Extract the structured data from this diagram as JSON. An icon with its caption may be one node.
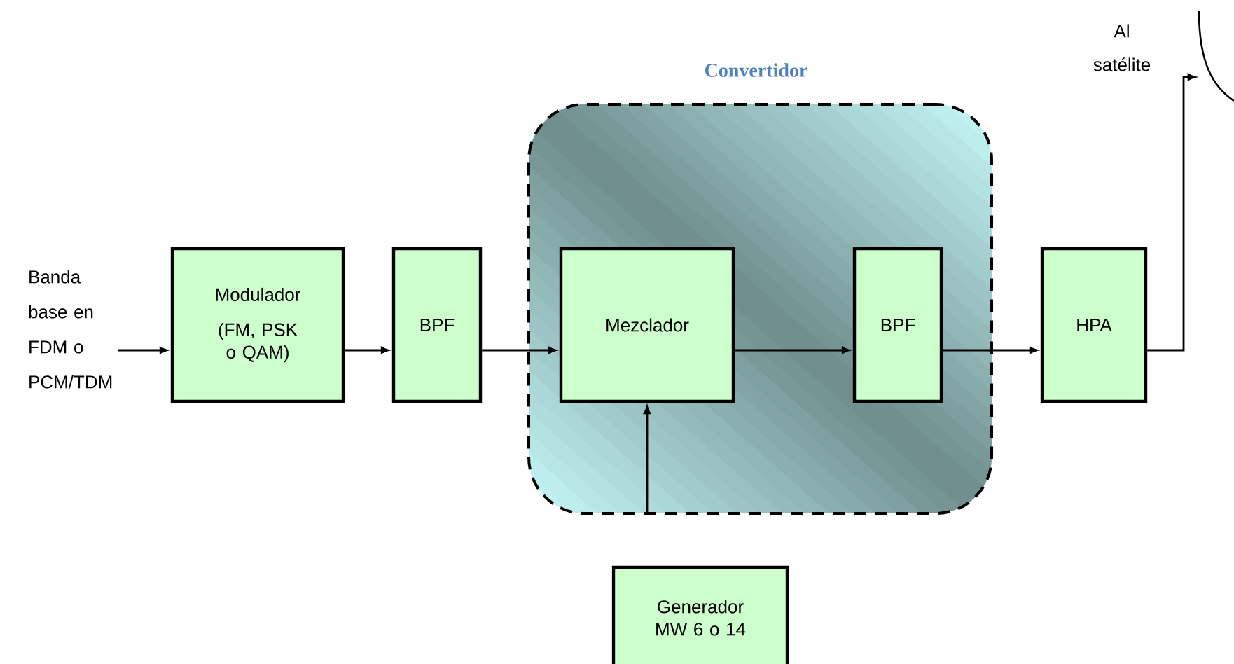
{
  "diagram": {
    "nodes": [
      {
        "text": [
          "Convertidor"
        ]
      },
      {
        "text": [
          "Banda base en FDM o PCM/TDM"
        ]
      },
      {
        "text": [
          "Modulador",
          "(FM, PSK o QAM)"
        ]
      },
      {
        "text": [
          "BPF"
        ]
      },
      {
        "text": [
          "Mezclador"
        ],
        "in": 0
      },
      {
        "text": [
          "BPF"
        ],
        "in": 0
      },
      {
        "text": [
          "HPA"
        ]
      },
      {
        "text": [
          "Generador MW 6 o 14"
        ]
      },
      {
        "text": [],
        "shape": "picture"
      }
    ],
    "edges": [
      {
        "from": 1,
        "to": 2,
        "arrow": "to"
      },
      {
        "from": 2,
        "to": 3,
        "arrow": "to"
      },
      {
        "from": 3,
        "to": 4,
        "arrow": "to"
      },
      {
        "from": 4,
        "to": 5,
        "arrow": "to"
      },
      {
        "from": 5,
        "to": 6,
        "arrow": "to"
      },
      {
        "from": 6,
        "to": 8,
        "arrow": "to"
      },
      {
        "from": null,
        "to": 4,
        "arrow": "to"
      }
    ],
    "labels": [
      "Al satélite"
    ]
  }
}
